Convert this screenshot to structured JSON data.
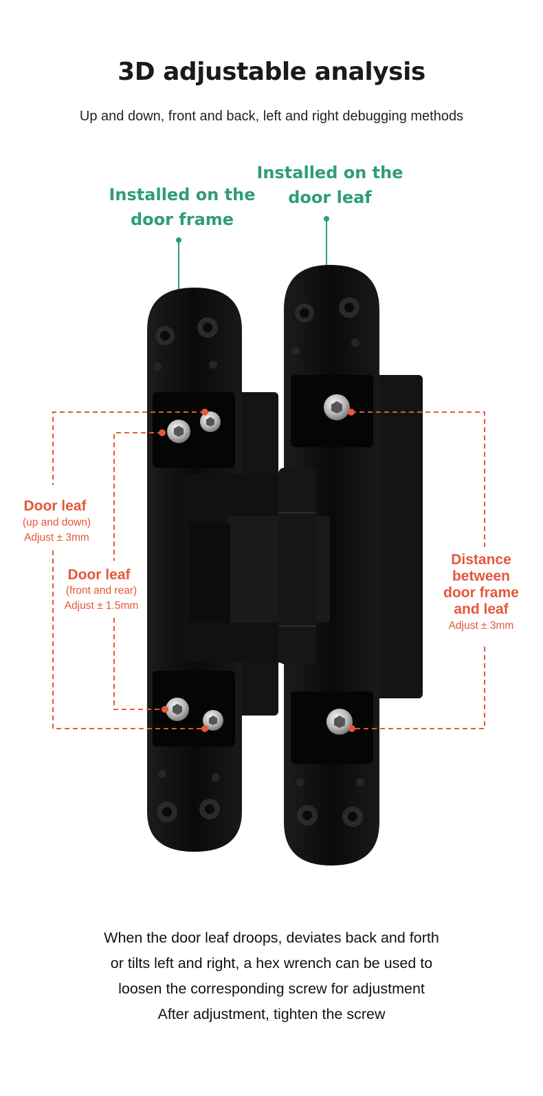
{
  "header": {
    "title": "3D adjustable analysis",
    "subtitle": "Up and down, front and back, left and right debugging methods"
  },
  "callouts": {
    "frame_label": [
      "Installed on the",
      "door frame"
    ],
    "leaf_label": [
      "Installed on the",
      "door leaf"
    ]
  },
  "adjustments": {
    "vertical": {
      "title": "Door leaf",
      "detail": "(up and down)",
      "range": "Adjust ± 3mm"
    },
    "depth": {
      "title": "Door leaf",
      "detail": "(front and rear)",
      "range": "Adjust ± 1.5mm"
    },
    "gap": {
      "title": [
        "Distance",
        "between",
        "door frame",
        "and leaf"
      ],
      "range": "Adjust ± 3mm"
    }
  },
  "footer": {
    "lines": [
      "When the door leaf droops, deviates back and forth",
      "or tilts left and right, a hex wrench can be used to",
      "loosen the corresponding screw for adjustment",
      "After adjustment, tighten the screw"
    ]
  },
  "colors": {
    "accent_green": "#2e9c7a",
    "accent_orange": "#e5573a",
    "hinge_body": "#0d0d0d"
  }
}
